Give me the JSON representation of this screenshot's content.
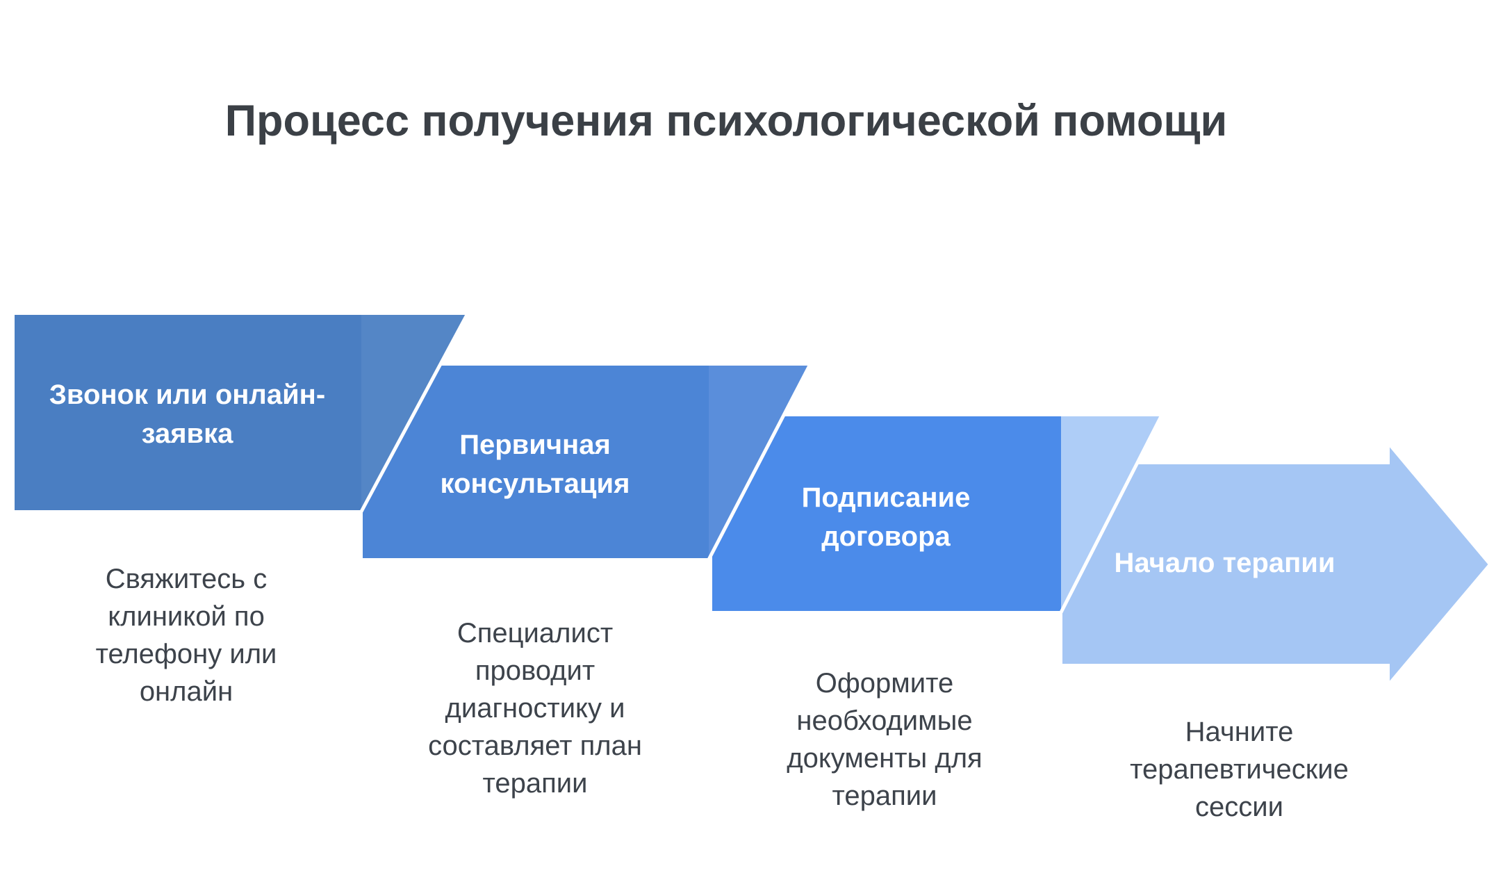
{
  "title": "Процесс получения психологической помощи",
  "colors": {
    "background": "#ffffff",
    "title_text": "#3b4046",
    "body_text": "#3d434b",
    "step_label_text": "#ffffff",
    "divider_line": "#ffffff"
  },
  "steps": [
    {
      "label": "Звонок или онлайн-заявка",
      "description": "Свяжитесь с клиникой по телефону или онлайн",
      "color_main": "#4a7ec2",
      "color_fold": "#5486c6"
    },
    {
      "label": "Первичная консультация",
      "description": "Специалист проводит диагностику и составляет план терапии",
      "color_main": "#4c85d6",
      "color_fold": "#5a8edb"
    },
    {
      "label": "Подписание договора",
      "description": "Оформите необходимые документы для терапии",
      "color_main": "#4b8bea",
      "color_fold": "#aecdf7"
    },
    {
      "label": "Начало терапии",
      "description": "Начните терапевтические сессии",
      "color_main": "#a5c6f4",
      "color_fold": "#a5c6f4"
    }
  ]
}
